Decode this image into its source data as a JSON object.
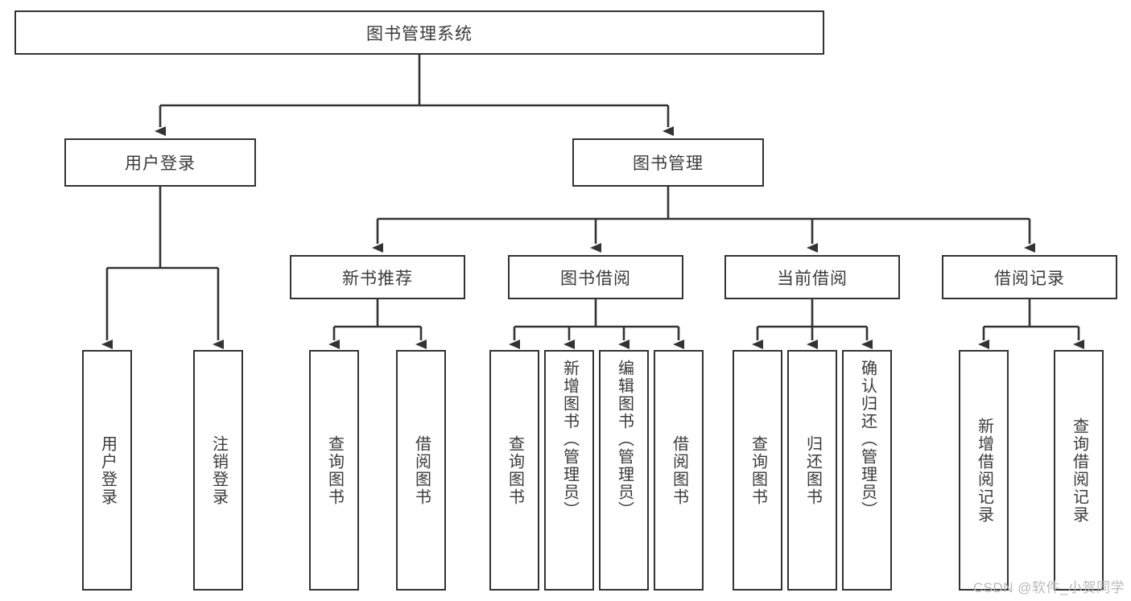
{
  "diagram": {
    "title": "图书管理系统",
    "type": "tree-hierarchy",
    "watermark": "CSDN @软件_小贺同学",
    "nodes": {
      "root": {
        "label": "图书管理系统"
      },
      "level1": [
        {
          "id": "user_login",
          "label": "用户登录"
        },
        {
          "id": "book_mgmt",
          "label": "图书管理"
        }
      ],
      "level2": [
        {
          "id": "new_book_rec",
          "label": "新书推荐",
          "parent": "book_mgmt"
        },
        {
          "id": "book_borrow",
          "label": "图书借阅",
          "parent": "book_mgmt"
        },
        {
          "id": "current_borrow",
          "label": "当前借阅",
          "parent": "book_mgmt"
        },
        {
          "id": "borrow_record",
          "label": "借阅记录",
          "parent": "book_mgmt"
        }
      ],
      "leaves": [
        {
          "id": "leaf_user_login",
          "label": "用户登录",
          "parent": "user_login"
        },
        {
          "id": "leaf_user_logout",
          "label": "注销登录",
          "parent": "user_login"
        },
        {
          "id": "leaf_query_book_1",
          "label": "查询图书",
          "parent": "new_book_rec"
        },
        {
          "id": "leaf_borrow_book_1",
          "label": "借阅图书",
          "parent": "new_book_rec"
        },
        {
          "id": "leaf_query_book_2",
          "label": "查询图书",
          "parent": "book_borrow"
        },
        {
          "id": "leaf_add_book",
          "label": "新增图书（管理员）",
          "parent": "book_borrow"
        },
        {
          "id": "leaf_edit_book",
          "label": "编辑图书（管理员）",
          "parent": "book_borrow"
        },
        {
          "id": "leaf_borrow_book_2",
          "label": "借阅图书",
          "parent": "book_borrow"
        },
        {
          "id": "leaf_query_book_3",
          "label": "查询图书",
          "parent": "current_borrow"
        },
        {
          "id": "leaf_return_book",
          "label": "归还图书",
          "parent": "current_borrow"
        },
        {
          "id": "leaf_confirm_return",
          "label": "确认归还（管理员）",
          "parent": "current_borrow"
        },
        {
          "id": "leaf_add_record",
          "label": "新增借阅记录",
          "parent": "borrow_record"
        },
        {
          "id": "leaf_query_record",
          "label": "查询借阅记录",
          "parent": "borrow_record"
        }
      ]
    },
    "colors": {
      "border": "#333333",
      "text": "#3a3a3a",
      "background": "#ffffff",
      "watermark": "#b9b9b9"
    }
  }
}
